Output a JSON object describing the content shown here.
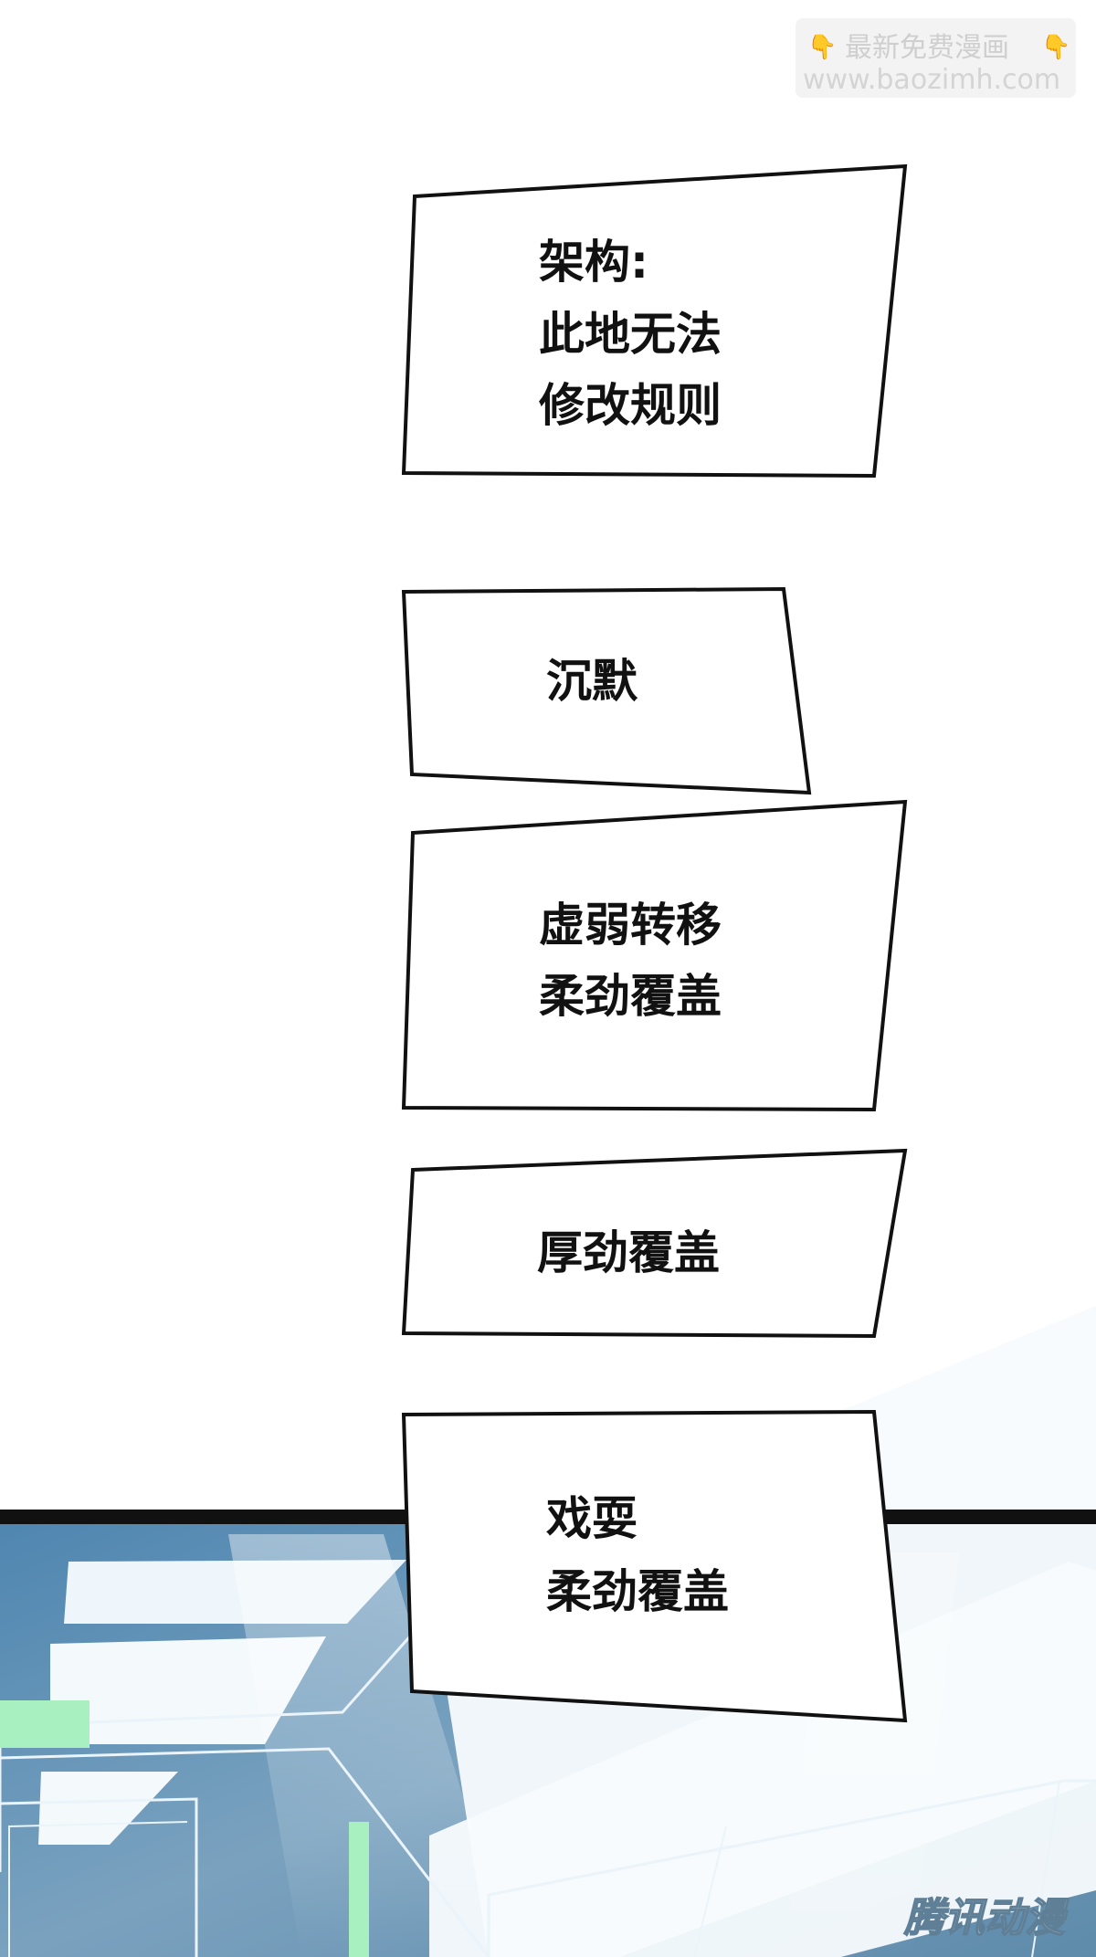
{
  "watermark": {
    "line1": "最新免费漫画",
    "line2": "www.baozimh.com",
    "icon": "pointing-down-hand-icon"
  },
  "captions": [
    {
      "lines": [
        "架构:",
        "此地无法",
        "修改规则"
      ]
    },
    {
      "lines": [
        "沉默"
      ]
    },
    {
      "lines": [
        "虚弱转移",
        "柔劲覆盖"
      ]
    },
    {
      "lines": [
        "厚劲覆盖"
      ]
    },
    {
      "lines": [
        "戏耍",
        "柔劲覆盖"
      ]
    }
  ],
  "logo": "腾讯动漫",
  "colors": {
    "scene_blue": "#5f8bab",
    "border": "#111111",
    "accent_green": "#a8f0c0"
  }
}
